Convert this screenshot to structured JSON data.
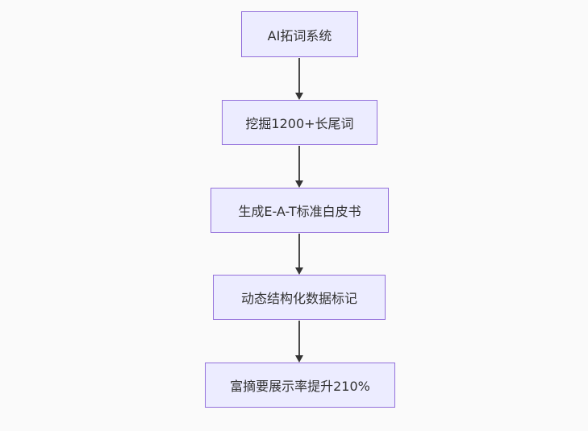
{
  "colors": {
    "background": "#fafafa",
    "node_fill": "#ececff",
    "node_border": "#9370db",
    "node_text": "#333333",
    "arrow": "#333333"
  },
  "flowchart": {
    "type": "top-down",
    "nodes": [
      {
        "id": "step-1",
        "label": "AI拓词系统"
      },
      {
        "id": "step-2",
        "label": "挖掘1200+长尾词"
      },
      {
        "id": "step-3",
        "label": "生成E-A-T标准白皮书"
      },
      {
        "id": "step-4",
        "label": "动态结构化数据标记"
      },
      {
        "id": "step-5",
        "label": "富摘要展示率提升210%"
      }
    ],
    "edges": [
      {
        "from": "step-1",
        "to": "step-2"
      },
      {
        "from": "step-2",
        "to": "step-3"
      },
      {
        "from": "step-3",
        "to": "step-4"
      },
      {
        "from": "step-4",
        "to": "step-5"
      }
    ]
  }
}
